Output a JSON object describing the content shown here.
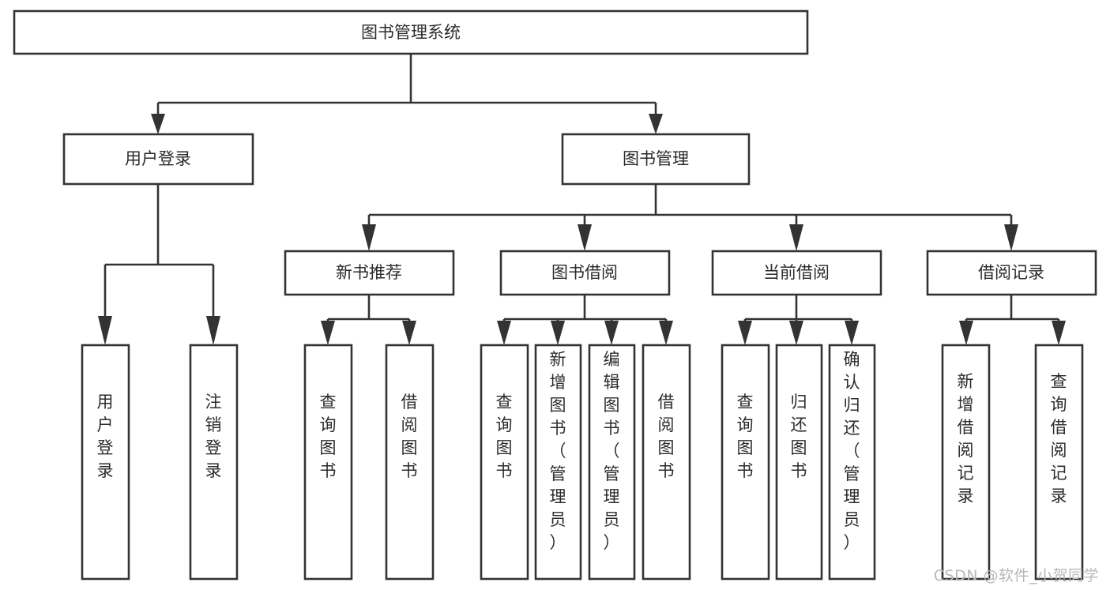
{
  "diagram": {
    "title": "图书管理系统",
    "type": "hierarchy-tree",
    "root": {
      "id": "root",
      "label": "图书管理系统",
      "orientation": "horizontal"
    },
    "level2": [
      {
        "id": "user-login",
        "label": "用户登录",
        "orientation": "horizontal"
      },
      {
        "id": "book-management",
        "label": "图书管理",
        "orientation": "horizontal"
      }
    ],
    "level3": [
      {
        "id": "new-book-recommend",
        "label": "新书推荐",
        "orientation": "horizontal",
        "parent": "book-management"
      },
      {
        "id": "book-borrow",
        "label": "图书借阅",
        "orientation": "horizontal",
        "parent": "book-management"
      },
      {
        "id": "current-borrow",
        "label": "当前借阅",
        "orientation": "horizontal",
        "parent": "book-management"
      },
      {
        "id": "borrow-record",
        "label": "借阅记录",
        "orientation": "horizontal",
        "parent": "book-management"
      }
    ],
    "leaves": [
      {
        "id": "leaf-user-login",
        "label": "用户登录",
        "orientation": "vertical",
        "parent": "user-login"
      },
      {
        "id": "leaf-logout",
        "label": "注销登录",
        "orientation": "vertical",
        "parent": "user-login"
      },
      {
        "id": "leaf-query-book-1",
        "label": "查询图书",
        "orientation": "vertical",
        "parent": "new-book-recommend"
      },
      {
        "id": "leaf-borrow-book-1",
        "label": "借阅图书",
        "orientation": "vertical",
        "parent": "new-book-recommend"
      },
      {
        "id": "leaf-query-book-2",
        "label": "查询图书",
        "orientation": "vertical",
        "parent": "book-borrow"
      },
      {
        "id": "leaf-add-book",
        "label": "新增图书（管理员）",
        "orientation": "vertical",
        "parent": "book-borrow"
      },
      {
        "id": "leaf-edit-book",
        "label": "编辑图书（管理员）",
        "orientation": "vertical",
        "parent": "book-borrow"
      },
      {
        "id": "leaf-borrow-book-2",
        "label": "借阅图书",
        "orientation": "vertical",
        "parent": "book-borrow"
      },
      {
        "id": "leaf-query-book-3",
        "label": "查询图书",
        "orientation": "vertical",
        "parent": "current-borrow"
      },
      {
        "id": "leaf-return-book",
        "label": "归还图书",
        "orientation": "vertical",
        "parent": "current-borrow"
      },
      {
        "id": "leaf-confirm-return",
        "label": "确认归还（管理员）",
        "orientation": "vertical",
        "parent": "current-borrow"
      },
      {
        "id": "leaf-add-record",
        "label": "新增借阅记录",
        "orientation": "vertical",
        "parent": "borrow-record"
      },
      {
        "id": "leaf-query-record",
        "label": "查询借阅记录",
        "orientation": "vertical",
        "parent": "borrow-record"
      }
    ],
    "colors": {
      "box_stroke": "#333333",
      "box_fill": "#ffffff",
      "text": "#2b2b2b",
      "connector": "#333333",
      "watermark": "#b8b8b8",
      "background": "#ffffff"
    }
  },
  "watermark": {
    "text": "CSDN @软件_小贺同学"
  }
}
